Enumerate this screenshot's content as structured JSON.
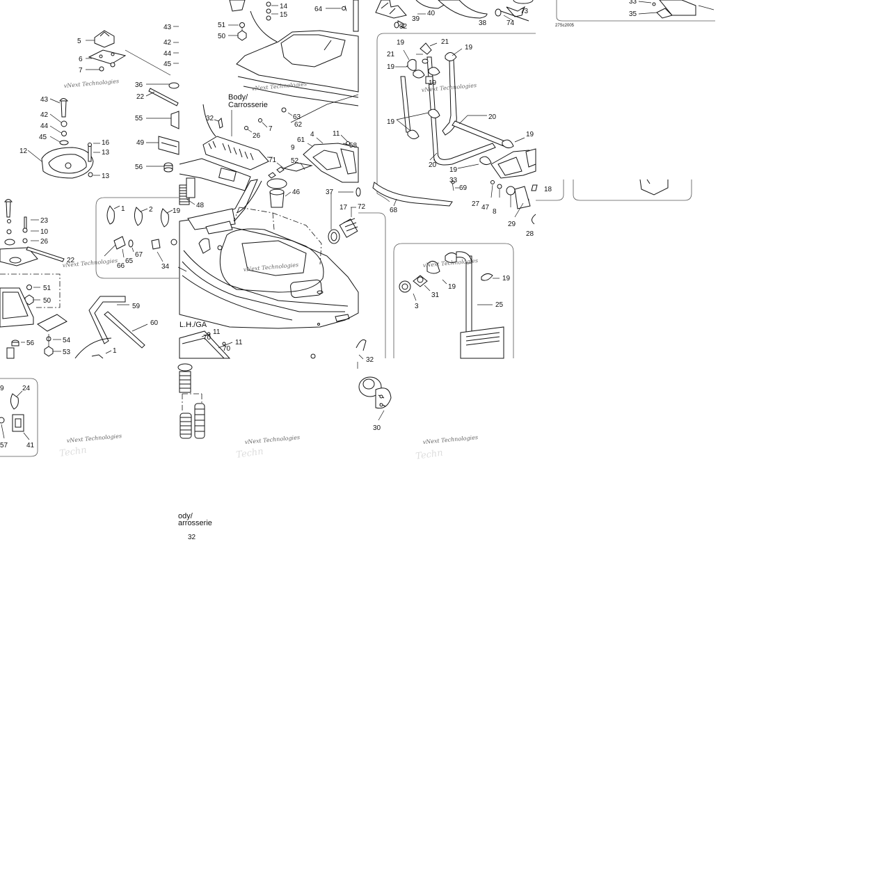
{
  "drawing_code": "27Sc2005",
  "titles": {
    "body_1": "Body/",
    "body_2": "Carrosserie",
    "lh_ga": "L.H./GA",
    "lower_body_1": "ody/",
    "lower_body_2": "arrosserie"
  },
  "watermark_1": "vNext Technologies",
  "watermark_2": "Techn",
  "callouts": [
    {
      "id": "c5",
      "text": "5"
    },
    {
      "id": "c6",
      "text": "6"
    },
    {
      "id": "c7a",
      "text": "7"
    },
    {
      "id": "c43a",
      "text": "43"
    },
    {
      "id": "c42a",
      "text": "42"
    },
    {
      "id": "c44a",
      "text": "44"
    },
    {
      "id": "c45a",
      "text": "45"
    },
    {
      "id": "c43b",
      "text": "43"
    },
    {
      "id": "c42b",
      "text": "42"
    },
    {
      "id": "c44b",
      "text": "44"
    },
    {
      "id": "c45b",
      "text": "45"
    },
    {
      "id": "c36",
      "text": "36"
    },
    {
      "id": "c22a",
      "text": "22"
    },
    {
      "id": "c55",
      "text": "55"
    },
    {
      "id": "c49",
      "text": "49"
    },
    {
      "id": "c56a",
      "text": "56"
    },
    {
      "id": "c12",
      "text": "12"
    },
    {
      "id": "c16",
      "text": "16"
    },
    {
      "id": "c13a",
      "text": "13"
    },
    {
      "id": "c13b",
      "text": "13"
    },
    {
      "id": "c23",
      "text": "23"
    },
    {
      "id": "c10",
      "text": "10"
    },
    {
      "id": "c26a",
      "text": "26"
    },
    {
      "id": "c22b",
      "text": "22"
    },
    {
      "id": "c51a",
      "text": "51"
    },
    {
      "id": "c50a",
      "text": "50"
    },
    {
      "id": "c56b",
      "text": "56"
    },
    {
      "id": "c54",
      "text": "54"
    },
    {
      "id": "c53",
      "text": "53"
    },
    {
      "id": "c59",
      "text": "59"
    },
    {
      "id": "c60",
      "text": "60"
    },
    {
      "id": "c1b",
      "text": "1"
    },
    {
      "id": "c1a",
      "text": "1"
    },
    {
      "id": "c2",
      "text": "2"
    },
    {
      "id": "c19t",
      "text": "19"
    },
    {
      "id": "c67",
      "text": "67"
    },
    {
      "id": "c65",
      "text": "65"
    },
    {
      "id": "c66",
      "text": "66"
    },
    {
      "id": "c34",
      "text": "34"
    },
    {
      "id": "c9a",
      "text": "9"
    },
    {
      "id": "c24",
      "text": "24"
    },
    {
      "id": "c57",
      "text": "57"
    },
    {
      "id": "c41",
      "text": "41"
    },
    {
      "id": "c14",
      "text": "14"
    },
    {
      "id": "c15",
      "text": "15"
    },
    {
      "id": "c51b",
      "text": "51"
    },
    {
      "id": "c50b",
      "text": "50"
    },
    {
      "id": "c64",
      "text": "64"
    },
    {
      "id": "c32a",
      "text": "32"
    },
    {
      "id": "c26b",
      "text": "26"
    },
    {
      "id": "c7b",
      "text": "7"
    },
    {
      "id": "c63",
      "text": "63"
    },
    {
      "id": "c62",
      "text": "62"
    },
    {
      "id": "c4",
      "text": "4"
    },
    {
      "id": "c11a",
      "text": "11"
    },
    {
      "id": "c61",
      "text": "61"
    },
    {
      "id": "c9b",
      "text": "9"
    },
    {
      "id": "c58",
      "text": "58"
    },
    {
      "id": "c71",
      "text": "71"
    },
    {
      "id": "c52",
      "text": "52"
    },
    {
      "id": "c46",
      "text": "46"
    },
    {
      "id": "c48",
      "text": "48"
    },
    {
      "id": "c37",
      "text": "37"
    },
    {
      "id": "c17",
      "text": "17"
    },
    {
      "id": "c72",
      "text": "72"
    },
    {
      "id": "c70a",
      "text": "70"
    },
    {
      "id": "c11b",
      "text": "11"
    },
    {
      "id": "c11c",
      "text": "11"
    },
    {
      "id": "c70b",
      "text": "70"
    },
    {
      "id": "c39",
      "text": "39"
    },
    {
      "id": "c40",
      "text": "40"
    },
    {
      "id": "c38",
      "text": "38"
    },
    {
      "id": "c32b",
      "text": "32"
    },
    {
      "id": "c73",
      "text": "73"
    },
    {
      "id": "c74",
      "text": "74"
    },
    {
      "id": "c19a",
      "text": "19"
    },
    {
      "id": "c21a",
      "text": "21"
    },
    {
      "id": "c21b",
      "text": "21"
    },
    {
      "id": "c19b",
      "text": "19"
    },
    {
      "id": "c19c",
      "text": "19"
    },
    {
      "id": "c19d",
      "text": "19"
    },
    {
      "id": "c20a",
      "text": "20"
    },
    {
      "id": "c19e",
      "text": "19"
    },
    {
      "id": "c19f",
      "text": "19"
    },
    {
      "id": "c20b",
      "text": "20"
    },
    {
      "id": "c19g",
      "text": "19"
    },
    {
      "id": "c33b",
      "text": "33"
    },
    {
      "id": "c69",
      "text": "69"
    },
    {
      "id": "c27",
      "text": "27"
    },
    {
      "id": "c47",
      "text": "47"
    },
    {
      "id": "c8",
      "text": "8"
    },
    {
      "id": "c18",
      "text": "18"
    },
    {
      "id": "c29",
      "text": "29"
    },
    {
      "id": "c28",
      "text": "28"
    },
    {
      "id": "c68",
      "text": "68"
    },
    {
      "id": "c33a",
      "text": "33"
    },
    {
      "id": "c35",
      "text": "35"
    },
    {
      "id": "c19h",
      "text": "19"
    },
    {
      "id": "c19i",
      "text": "19"
    },
    {
      "id": "c3",
      "text": "3"
    },
    {
      "id": "c31",
      "text": "31"
    },
    {
      "id": "c25",
      "text": "25"
    },
    {
      "id": "c32c",
      "text": "32"
    },
    {
      "id": "c30",
      "text": "30"
    },
    {
      "id": "c32d",
      "text": "32"
    }
  ]
}
